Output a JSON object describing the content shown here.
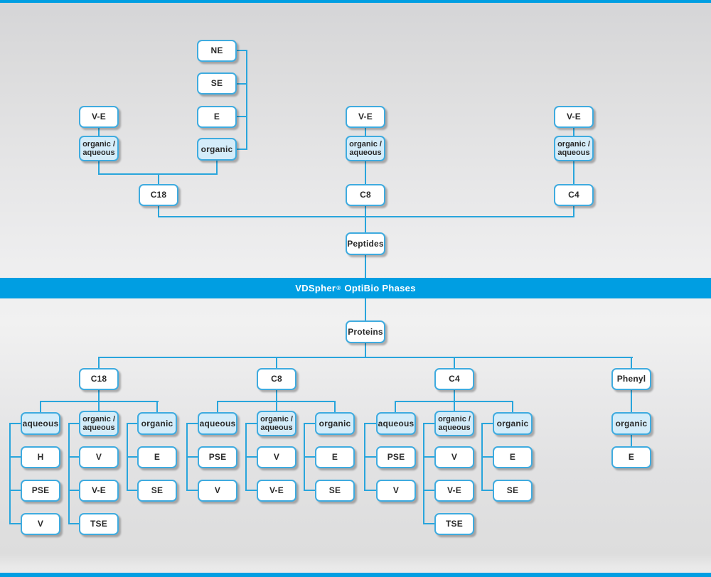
{
  "colors": {
    "banner": "#009ee2",
    "banner_text": "#ffffff",
    "connector_line": "#29a5dc",
    "box_border": "#3fabdf",
    "box_fill": "#ffffff",
    "box_highlight_fill": "#d4ecf9",
    "text": "#2a2a2a"
  },
  "banner": {
    "brand": "VDSpher",
    "registered_mark": "®",
    "suffix": "OptiBio Phases"
  },
  "peptides_section": {
    "node": "Peptides",
    "c18": {
      "label": "C18",
      "organic_aqueous": {
        "line1": "organic /",
        "line2": "aqueous",
        "eluent": "V-E"
      },
      "organic": {
        "label": "organic",
        "eluents": [
          "E",
          "SE",
          "NE"
        ]
      }
    },
    "c8": {
      "label": "C8",
      "organic_aqueous": {
        "line1": "organic /",
        "line2": "aqueous",
        "eluent": "V-E"
      }
    },
    "c4": {
      "label": "C4",
      "organic_aqueous": {
        "line1": "organic /",
        "line2": "aqueous",
        "eluent": "V-E"
      }
    }
  },
  "proteins_section": {
    "node": "Proteins",
    "c18": {
      "label": "C18",
      "aqueous": {
        "label": "aqueous",
        "eluents": [
          "H",
          "PSE",
          "V"
        ]
      },
      "organic_aqueous": {
        "line1": "organic /",
        "line2": "aqueous",
        "eluents": [
          "V",
          "V-E",
          "TSE"
        ]
      },
      "organic": {
        "label": "organic",
        "eluents": [
          "E",
          "SE"
        ]
      }
    },
    "c8": {
      "label": "C8",
      "aqueous": {
        "label": "aqueous",
        "eluents": [
          "PSE",
          "V"
        ]
      },
      "organic_aqueous": {
        "line1": "organic /",
        "line2": "aqueous",
        "eluents": [
          "V",
          "V-E"
        ]
      },
      "organic": {
        "label": "organic",
        "eluents": [
          "E",
          "SE"
        ]
      }
    },
    "c4": {
      "label": "C4",
      "aqueous": {
        "label": "aqueous",
        "eluents": [
          "PSE",
          "V"
        ]
      },
      "organic_aqueous": {
        "line1": "organic /",
        "line2": "aqueous",
        "eluents": [
          "V",
          "V-E",
          "TSE"
        ]
      },
      "organic": {
        "label": "organic",
        "eluents": [
          "E",
          "SE"
        ]
      }
    },
    "phenyl": {
      "label": "Phenyl",
      "organic": {
        "label": "organic",
        "eluents": [
          "E"
        ]
      }
    }
  }
}
